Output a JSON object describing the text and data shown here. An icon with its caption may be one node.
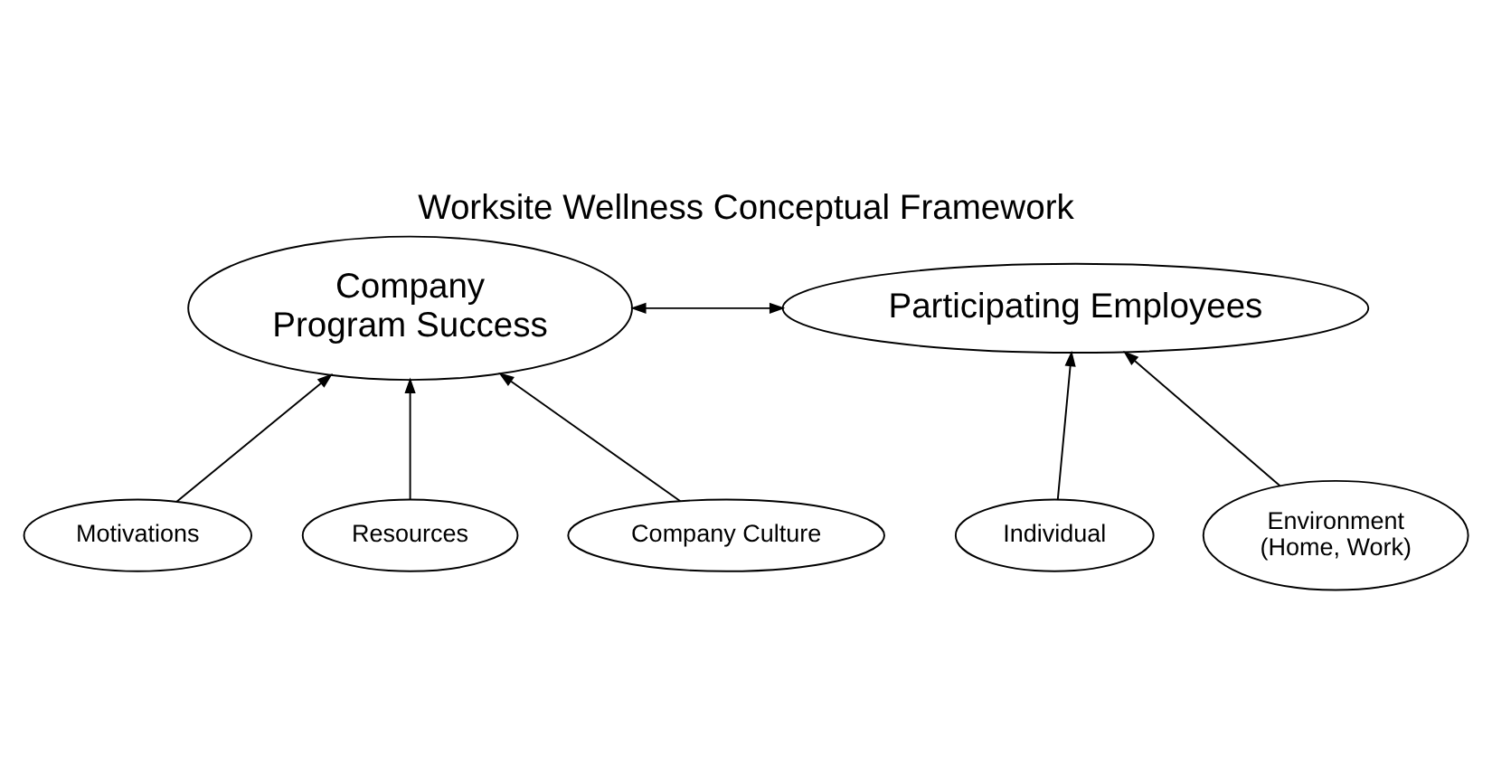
{
  "diagram": {
    "title": "Worksite Wellness Conceptual Framework",
    "nodes": [
      {
        "text": [
          "Company",
          "Program Success"
        ]
      },
      {
        "text": [
          "Motivations"
        ]
      },
      {
        "text": [
          "Resources"
        ]
      },
      {
        "text": [
          "Company Culture"
        ]
      },
      {
        "text": [
          "Participating Employees"
        ]
      },
      {
        "text": [
          "Individual"
        ]
      },
      {
        "text": [
          "Environment",
          "(Home, Work)"
        ]
      }
    ],
    "edges": [
      {
        "from": 0,
        "to": 4,
        "arrow": "both"
      },
      {
        "from": 1,
        "to": 0,
        "arrow": "to"
      },
      {
        "from": 2,
        "to": 0,
        "arrow": "to"
      },
      {
        "from": 3,
        "to": 0,
        "arrow": "to"
      },
      {
        "from": 5,
        "to": 4,
        "arrow": "to"
      },
      {
        "from": 6,
        "to": 4,
        "arrow": "to"
      }
    ]
  }
}
